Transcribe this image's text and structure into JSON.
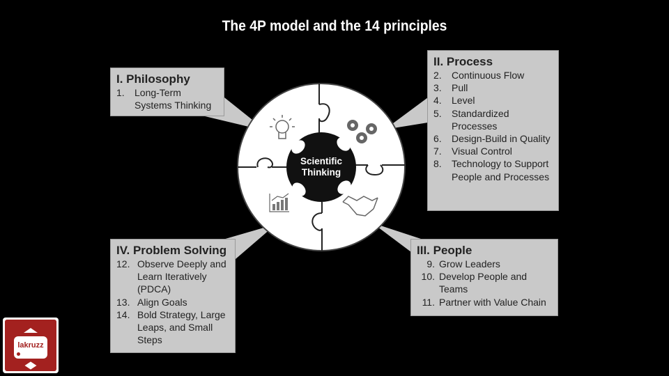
{
  "title": "The 4P model and the 14 principles",
  "center": {
    "line1": "Scientific",
    "line2": "Thinking"
  },
  "philosophy": {
    "heading": "I.  Philosophy",
    "items": [
      {
        "num": "1.",
        "text": "Long-Term Systems Thinking"
      }
    ]
  },
  "process": {
    "heading": "II.  Process",
    "items": [
      {
        "num": "2.",
        "text": "Continuous Flow"
      },
      {
        "num": "3.",
        "text": "Pull"
      },
      {
        "num": "4.",
        "text": "Level"
      },
      {
        "num": "5.",
        "text": "Standardized Processes"
      },
      {
        "num": "6.",
        "text": "Design-Build in Quality"
      },
      {
        "num": "7.",
        "text": "Visual Control"
      },
      {
        "num": "8.",
        "text": "Technology to Support People and Processes"
      }
    ]
  },
  "people": {
    "heading": "III.  People",
    "items": [
      {
        "num": "9.",
        "text": "Grow Leaders"
      },
      {
        "num": "10.",
        "text": "Develop People and Teams"
      },
      {
        "num": "11.",
        "text": "Partner with Value Chain"
      }
    ]
  },
  "problem": {
    "heading": "IV. Problem Solving",
    "items": [
      {
        "num": "12.",
        "text": "Observe Deeply and Learn Iteratively (PDCA)"
      },
      {
        "num": "13.",
        "text": "Align Goals"
      },
      {
        "num": "14.",
        "text": "Bold Strategy, Large Leaps, and Small Steps"
      }
    ]
  },
  "logo": {
    "text": "lakruzz",
    "color": "#a3211f"
  }
}
